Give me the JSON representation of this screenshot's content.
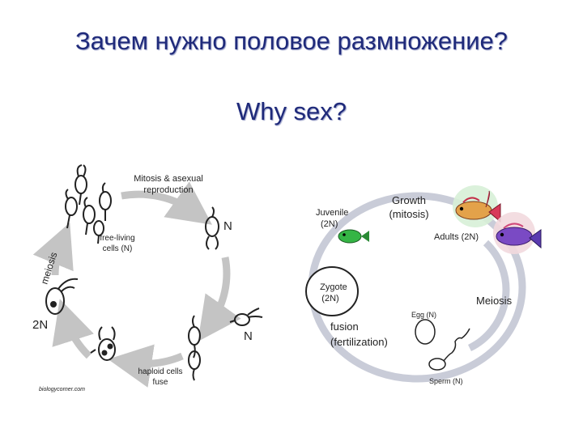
{
  "slide": {
    "title_ru": "Зачем нужно половое размножение?",
    "title_en": "Why sex?"
  },
  "left_diagram": {
    "mitosis_line1": "Mitosis & asexual",
    "mitosis_line2": "reproduction",
    "n_top": "N",
    "n_right": "N",
    "free_living_line1": "free-living",
    "free_living_line2": "cells (N)",
    "meiosis": "meiosis",
    "two_n": "2N",
    "haploid_line1": "haploid cells",
    "haploid_line2": "fuse",
    "credit": "biologycorner.com"
  },
  "right_diagram": {
    "growth_line1": "Growth",
    "growth_line2": "(mitosis)",
    "juvenile_line1": "Juvenile",
    "juvenile_line2": "(2N)",
    "adults": "Adults (2N)",
    "zygote_line1": "Zygote",
    "zygote_line2": "(2N)",
    "meiosis": "Meiosis",
    "egg": "Egg (N)",
    "fusion_line1": "fusion",
    "fusion_line2": "(fertilization)",
    "sperm": "Sperm (N)"
  },
  "colors": {
    "title": "#1f2a7a",
    "left_cycle_arrow": "#c4c4c4",
    "right_cycle_ring": "#c9ccd8"
  }
}
